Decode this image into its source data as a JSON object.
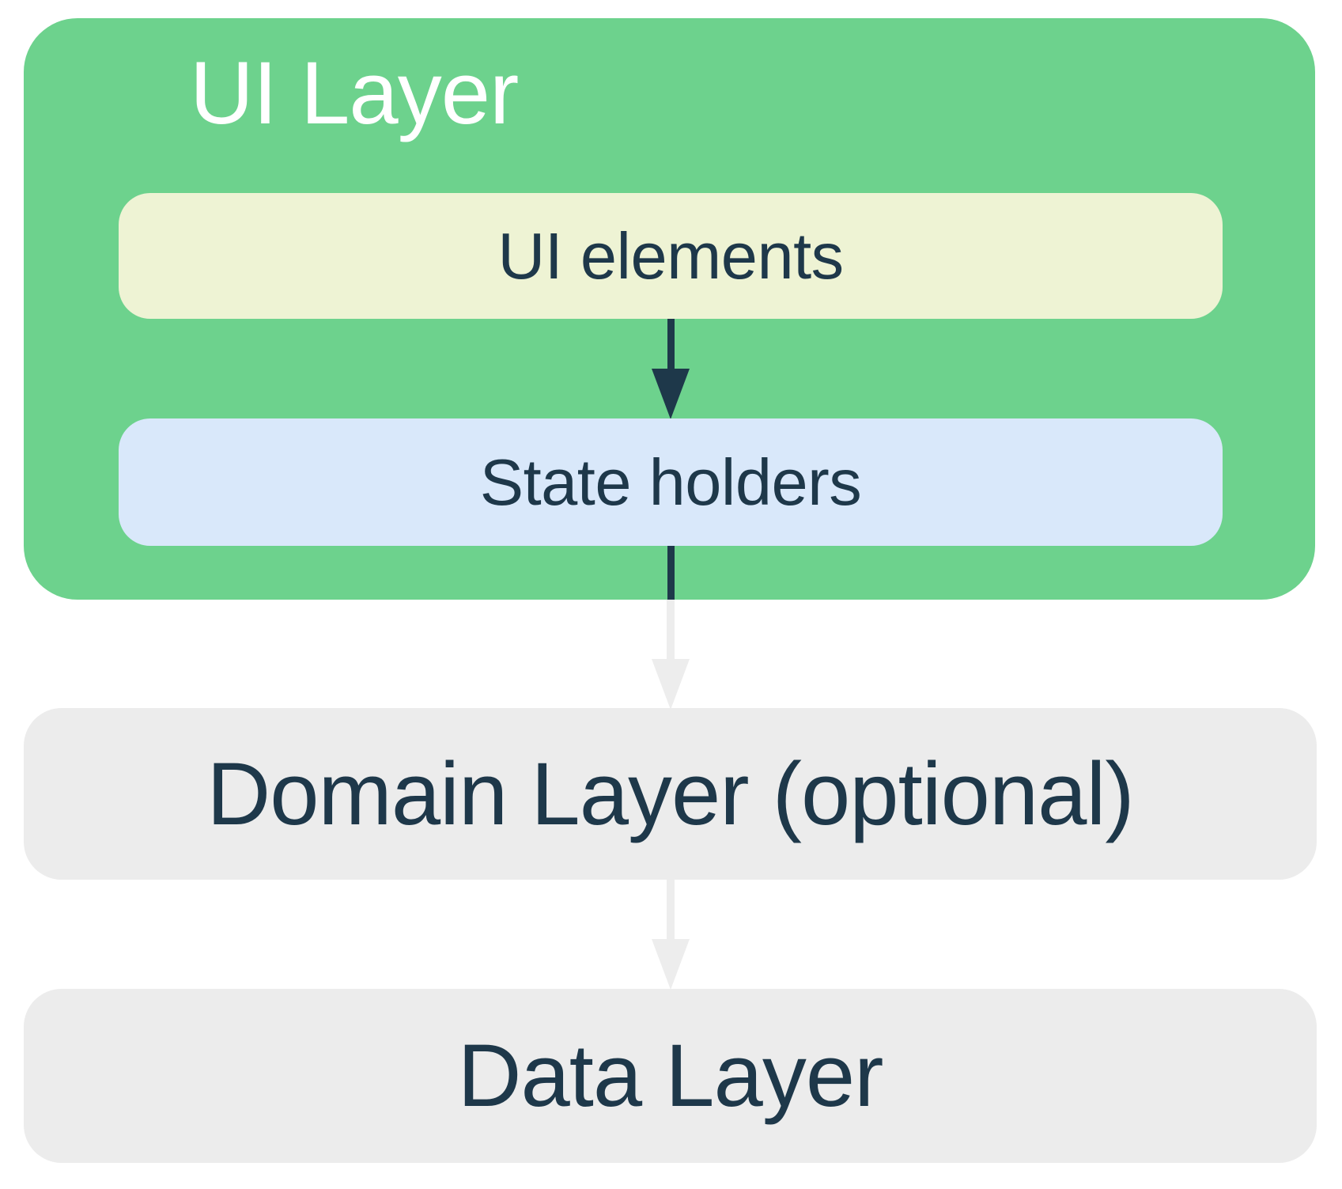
{
  "diagram": {
    "ui_layer": {
      "title": "UI Layer",
      "nodes": [
        {
          "id": "ui-elements",
          "label": "UI elements"
        },
        {
          "id": "state-holders",
          "label": "State holders"
        }
      ]
    },
    "layers": [
      {
        "id": "domain-layer",
        "label": "Domain Layer (optional)"
      },
      {
        "id": "data-layer",
        "label": "Data Layer"
      }
    ],
    "edges": [
      {
        "from": "ui-elements",
        "to": "state-holders",
        "arrow": "down-arrow-icon",
        "style": "dark"
      },
      {
        "from": "state-holders",
        "to": "domain-layer",
        "arrow": "down-arrow-icon",
        "style": "dark-then-light"
      },
      {
        "from": "domain-layer",
        "to": "data-layer",
        "arrow": "down-arrow-icon",
        "style": "light"
      }
    ],
    "colors": {
      "ui_layer_bg": "#6DD28D",
      "ui_elements_bg": "#EEF3D4",
      "state_holders_bg": "#D9E8FA",
      "layer_bg": "#ECECEC",
      "text_dark": "#1E384A",
      "title_text": "#FFFFFF",
      "arrow_dark": "#1E384A",
      "arrow_light": "#EDEDED",
      "page_bg": "#FFFFFF"
    }
  }
}
